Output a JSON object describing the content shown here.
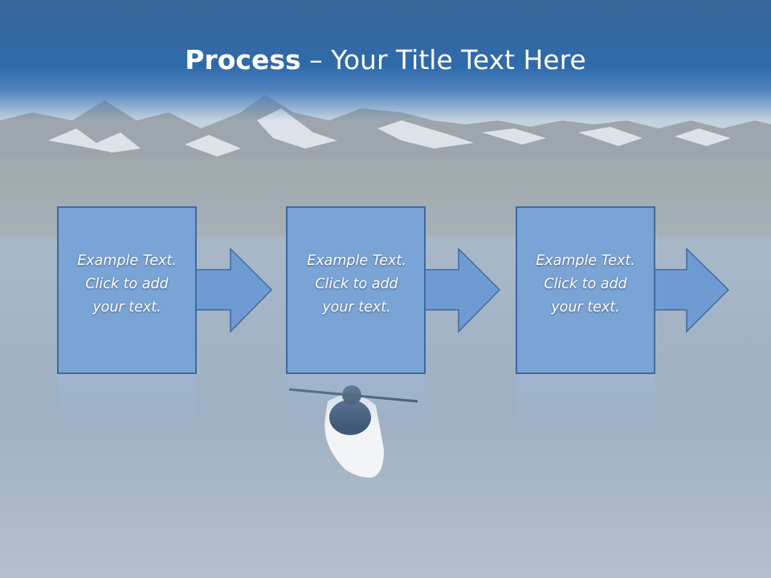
{
  "slide": {
    "title_bold": "Process",
    "title_rest": " – Your Title Text Here"
  },
  "steps": [
    {
      "lines": [
        "Example Text.",
        "Click  to add",
        "your text."
      ]
    },
    {
      "lines": [
        "Example Text.",
        "Click  to add",
        "your text."
      ]
    },
    {
      "lines": [
        "Example Text.",
        "Click  to add",
        "your text."
      ]
    }
  ],
  "colors": {
    "title_band": "#2f6aab",
    "box_fill": "#7aa3d6",
    "box_stroke": "#3e6a9e",
    "arrow_fill": "#6e9bd2",
    "text": "#ffffff"
  },
  "icons": {
    "background": "mountain-lake-kayak-photo"
  }
}
